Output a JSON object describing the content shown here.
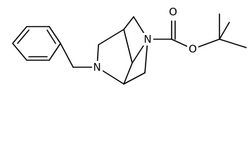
{
  "molecule": {
    "atoms": {
      "n_benzyl": "N",
      "n_boc": "N",
      "o_carbonyl": "O",
      "o_ester": "O"
    }
  }
}
